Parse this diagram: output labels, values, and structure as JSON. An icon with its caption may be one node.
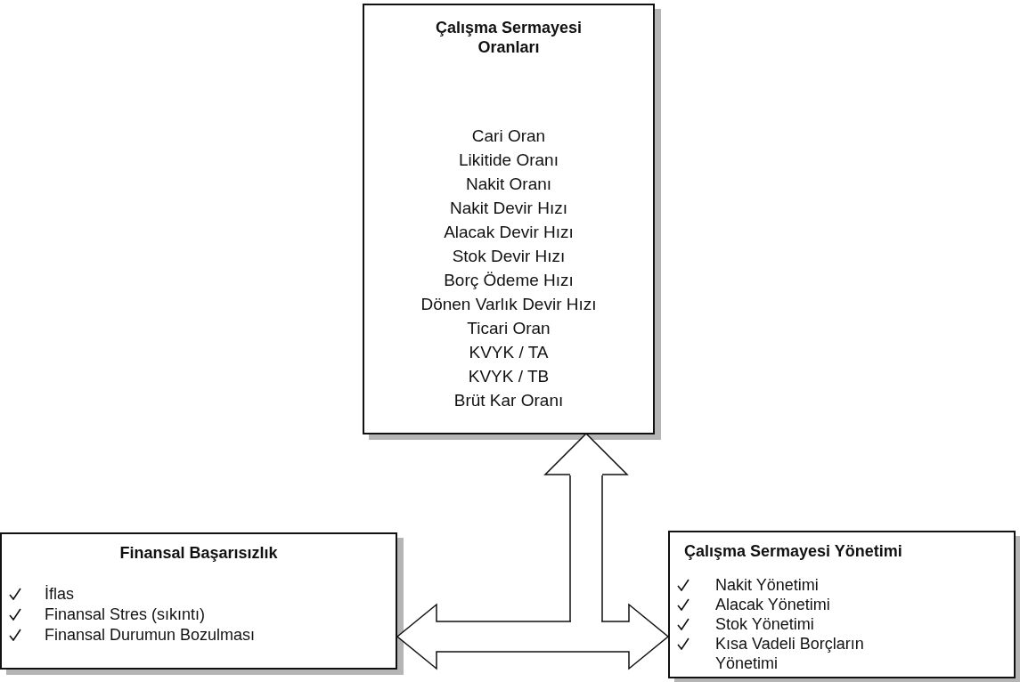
{
  "diagram": {
    "nodes": [
      {
        "text": [
          "Çalışma Sermayesi Oranları",
          "Cari Oran",
          "Likitide Oranı",
          "Nakit Oranı",
          "Nakit Devir Hızı",
          "Alacak Devir Hızı",
          "Stok Devir Hızı",
          "Borç Ödeme Hızı",
          "Dönen Varlık Devir Hızı",
          "Ticari Oran",
          "KVYK / TA",
          "KVYK / TB",
          "Brüt Kar Oranı"
        ]
      },
      {
        "text": [
          "Finansal Başarısızlık",
          "İflas",
          "Finansal Stres (sıkıntı)",
          "Finansal Durumun Bozulması"
        ]
      },
      {
        "text": [
          "Çalışma Sermayesi Yönetimi",
          "Nakit Yönetimi",
          "Alacak Yönetimi",
          "Stok Yönetimi",
          "Kısa Vadeli Borçların Yönetimi"
        ]
      }
    ],
    "edges": [
      {
        "from": 1,
        "to": 2,
        "arrow": "both"
      },
      {
        "from": null,
        "to": 0,
        "arrow": "to"
      }
    ]
  }
}
